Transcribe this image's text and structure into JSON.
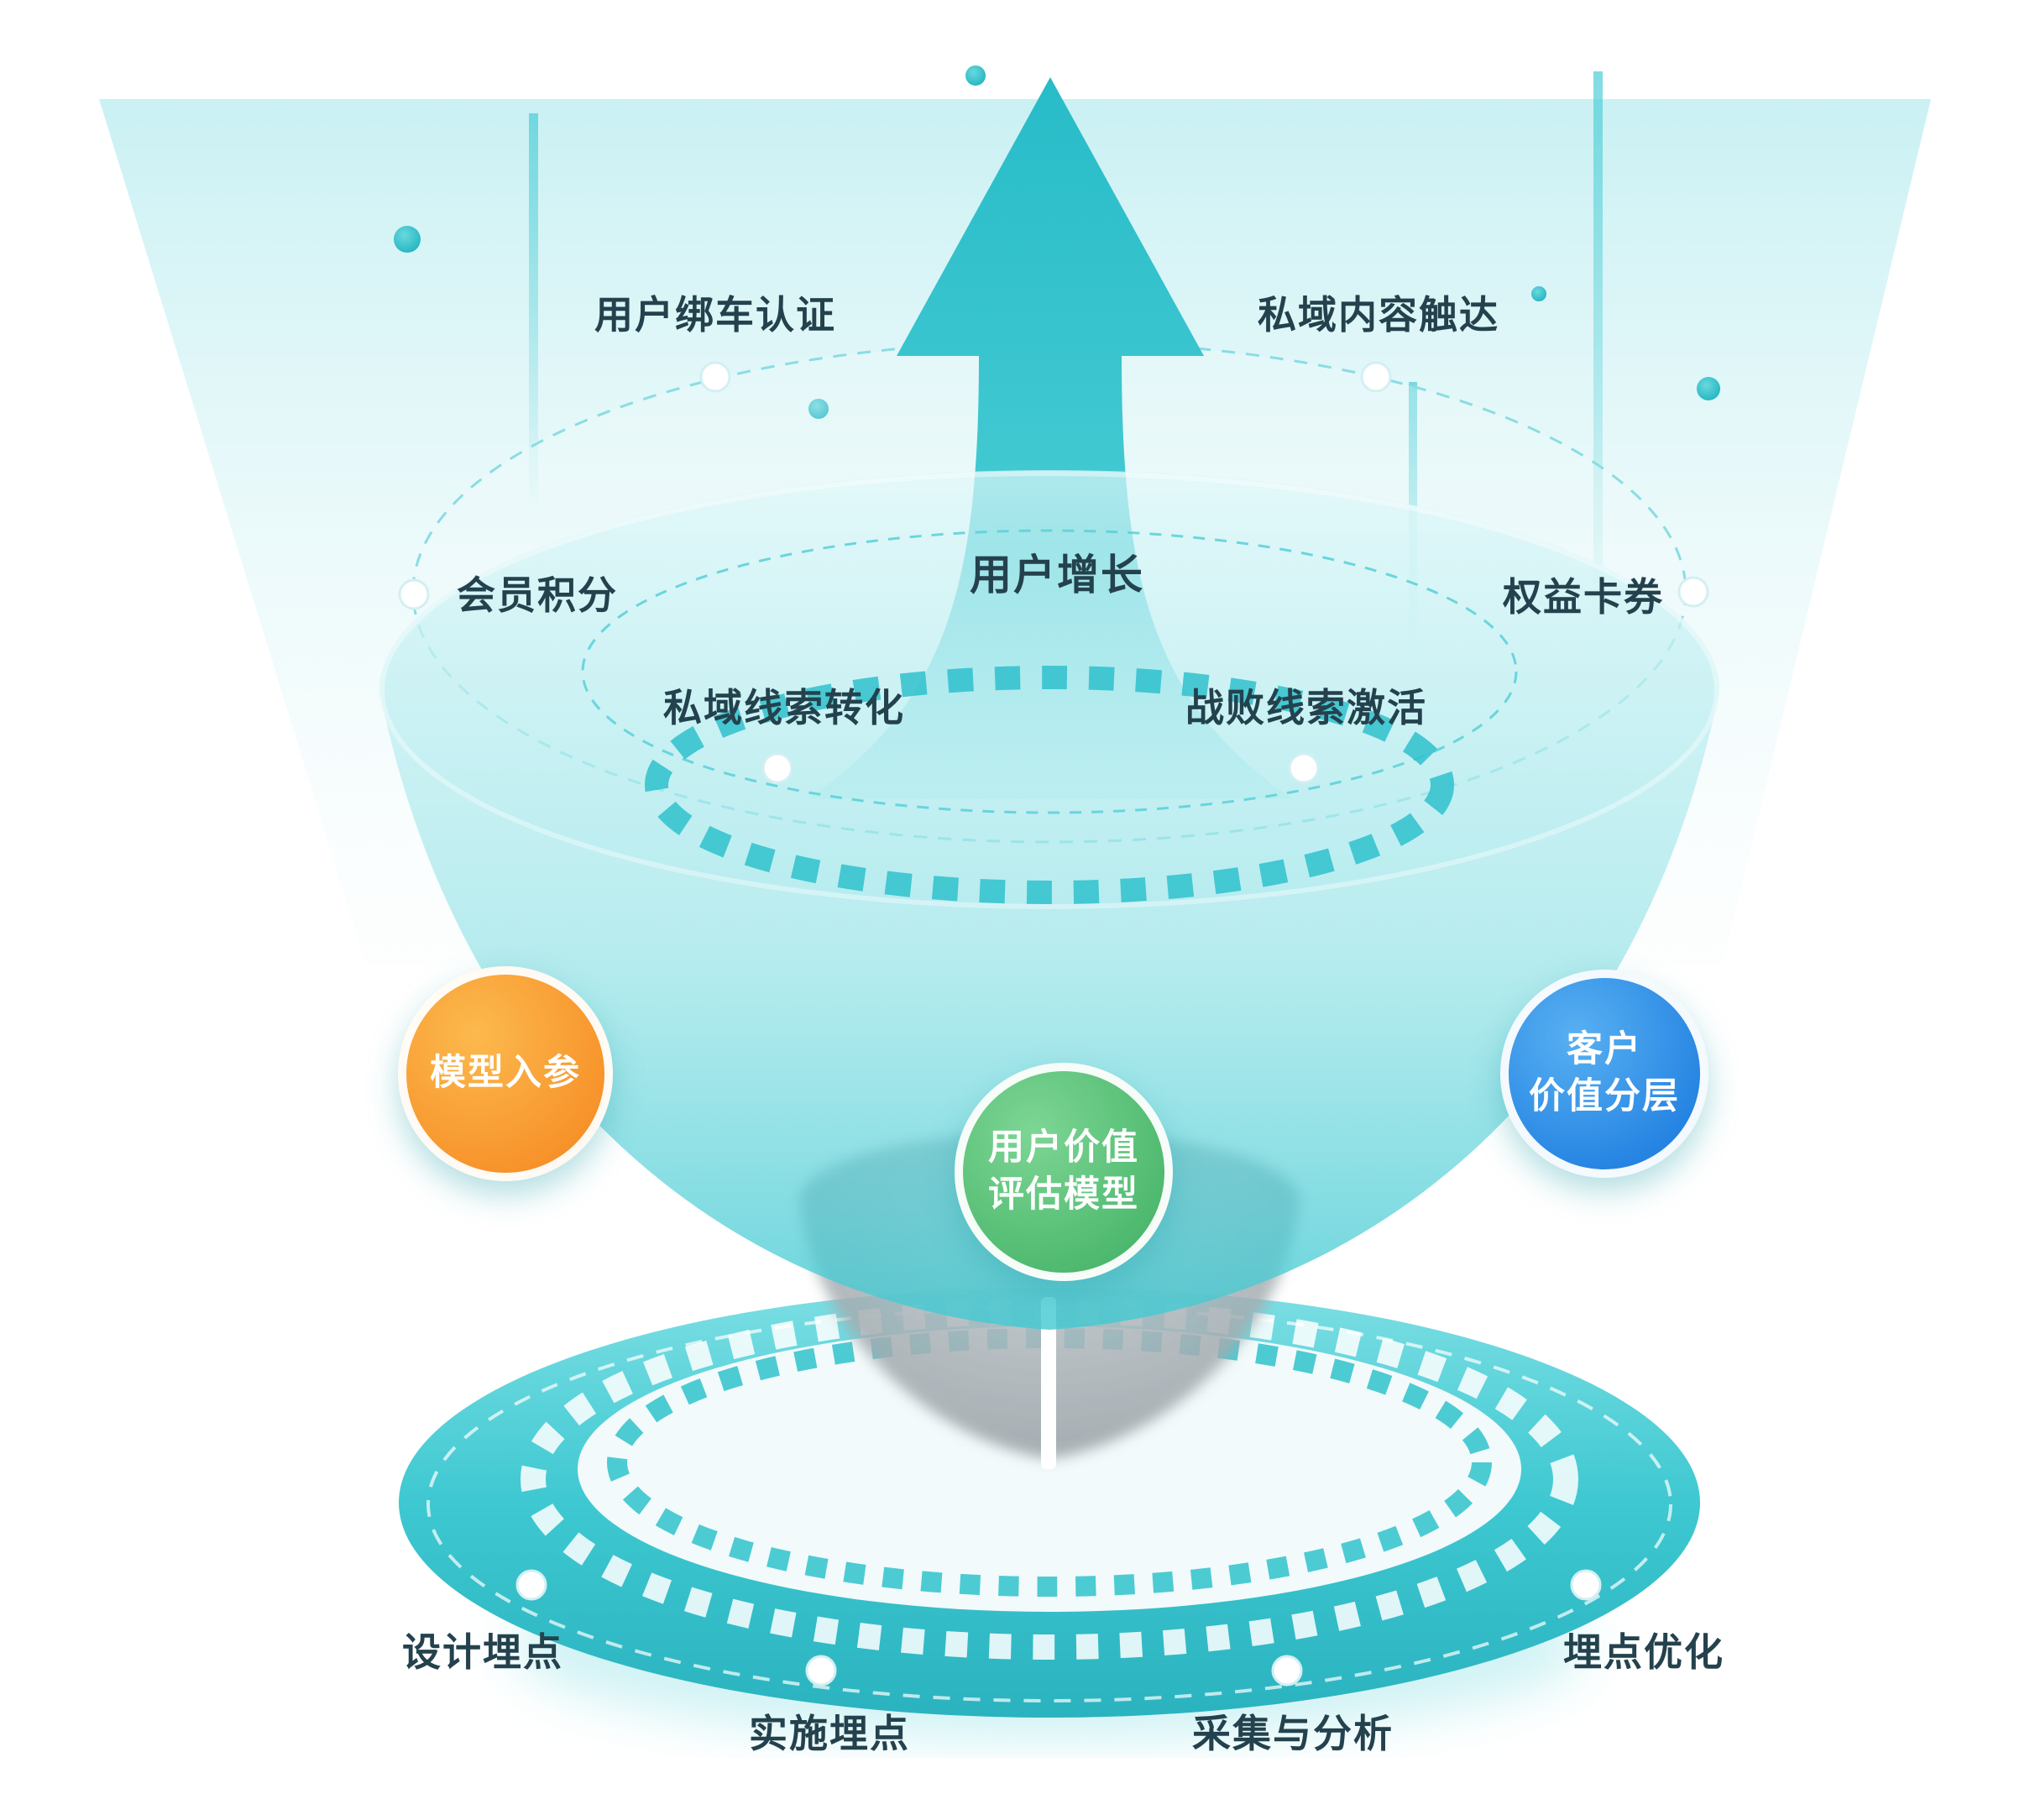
{
  "diagram": {
    "center_title": "用户增长",
    "upper_labels": [
      {
        "text": "用户绑车认证"
      },
      {
        "text": "私域内容触达"
      }
    ],
    "ring_labels": [
      {
        "text": "会员积分"
      },
      {
        "text": "权益卡券"
      },
      {
        "text": "私域线索转化"
      },
      {
        "text": "战败线索激活"
      }
    ],
    "nodes": [
      {
        "name": "模型入参",
        "lines": [
          "模型入参"
        ],
        "color": "#f5892b"
      },
      {
        "name": "用户价值评估模型",
        "lines": [
          "用户价值",
          "评估模型"
        ],
        "color": "#4cb96d"
      },
      {
        "name": "客户价值分层",
        "lines": [
          "客户",
          "价值分层"
        ],
        "color": "#2385e6"
      }
    ],
    "bottom_labels": [
      {
        "text": "设计埋点"
      },
      {
        "text": "实施埋点"
      },
      {
        "text": "采集与分析"
      },
      {
        "text": "埋点优化"
      }
    ],
    "colors": {
      "teal": "#35c4cd",
      "orange": "#f5892b",
      "green": "#4cb96d",
      "blue": "#2385e6",
      "text": "#24424d"
    }
  }
}
